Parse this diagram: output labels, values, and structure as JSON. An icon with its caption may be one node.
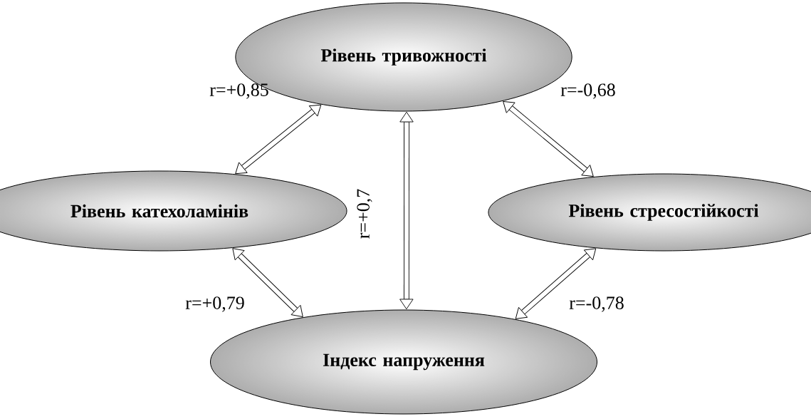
{
  "diagram": {
    "nodes": [
      {
        "text": [
          "Рівень тривожності"
        ]
      },
      {
        "text": [
          "Рівень катехоламінів"
        ]
      },
      {
        "text": [
          "Рівень стресостійкості"
        ]
      },
      {
        "text": [
          "Індекс напруження"
        ]
      }
    ],
    "edges": [
      {
        "from": 0,
        "to": 1,
        "arrow": "both",
        "label": "r=+0,85"
      },
      {
        "from": 0,
        "to": 2,
        "arrow": "both",
        "label": "r=-0,68"
      },
      {
        "from": 0,
        "to": 3,
        "arrow": "both",
        "label": "r=+0,7"
      },
      {
        "from": 1,
        "to": 3,
        "arrow": "both",
        "label": "r=+0,79"
      },
      {
        "from": 2,
        "to": 3,
        "arrow": "both",
        "label": "r=-0,78"
      }
    ]
  }
}
